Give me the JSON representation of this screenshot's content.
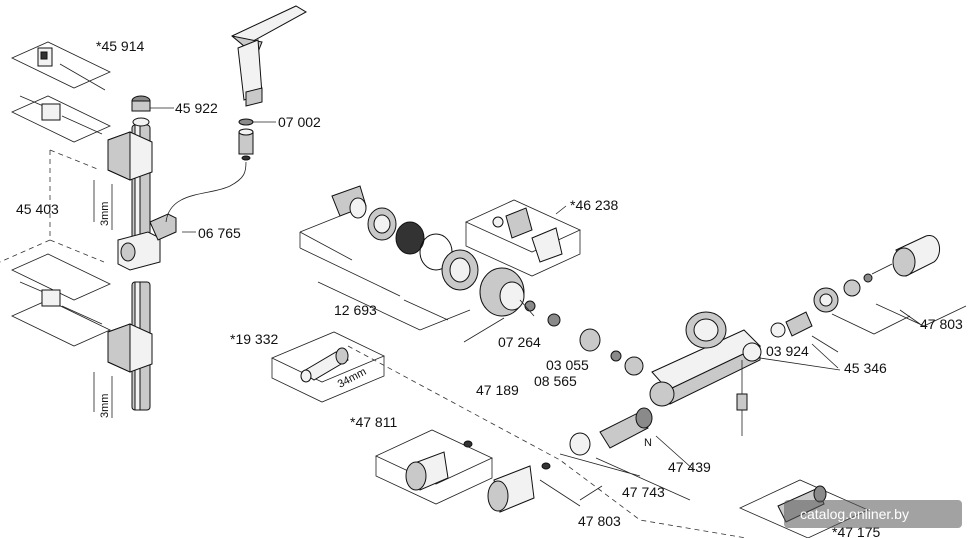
{
  "labels": {
    "p45914": "*45 914",
    "p45922": "45 922",
    "p07002": "07 002",
    "p45403": "45 403",
    "p06765": "06 765",
    "p46238": "*46 238",
    "p12693": "12 693",
    "p07264": "07 264",
    "p19332": "*19 332",
    "p03055": "03 055",
    "p08565": "08 565",
    "p47189": "47 189",
    "p03924": "03 924",
    "p45346": "45 346",
    "p47803a": "47 803",
    "p47811": "*47 811",
    "p47439": "47 439",
    "p47743": "47 743",
    "p47803b": "47 803",
    "p47175": "*47 175",
    "mm3a": "3mm",
    "mm3b": "3mm",
    "mm34": "34mm",
    "n": "N"
  },
  "watermark": "catalog.onliner.by"
}
